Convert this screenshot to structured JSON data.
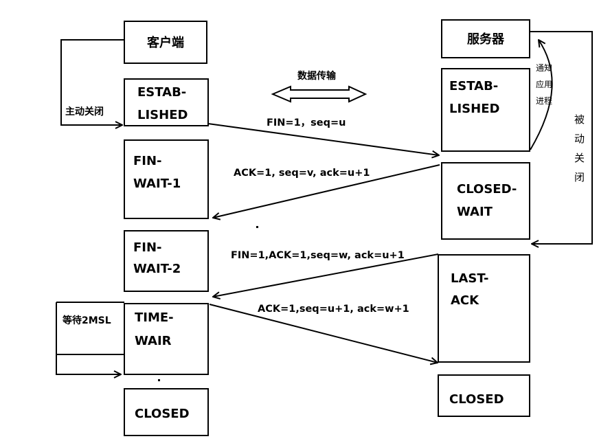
{
  "client": {
    "title": "客户端",
    "states": {
      "established": [
        "ESTAB-",
        "LISHED"
      ],
      "fin_wait_1": [
        "FIN-",
        "WAIT-1"
      ],
      "fin_wait_2": [
        "FIN-",
        "WAIT-2"
      ],
      "time_wait": [
        "TIME-",
        "WAIR"
      ],
      "closed": [
        "CLOSED"
      ]
    },
    "active_close_label": "主动关闭",
    "wait_label": "等待2MSL"
  },
  "server": {
    "title": "服务器",
    "states": {
      "established": [
        "ESTAB-",
        "LISHED"
      ],
      "close_wait": [
        "CLOSED-",
        "WAIT"
      ],
      "last_ack": [
        "LAST-",
        "ACK"
      ],
      "closed": [
        "CLOSED"
      ]
    },
    "notify_app_label": [
      "通知",
      "应用",
      "进程"
    ],
    "passive_close_label": [
      "被",
      "动",
      "关",
      "闭"
    ]
  },
  "data_transfer_label": "数据传输",
  "messages": {
    "fin1": "FIN=1，seq=u",
    "ack1": "ACK=1, seq=v, ack=u+1",
    "fin2": "FIN=1,ACK=1,seq=w, ack=u+1",
    "ack2": "ACK=1,seq=u+1, ack=w+1"
  }
}
